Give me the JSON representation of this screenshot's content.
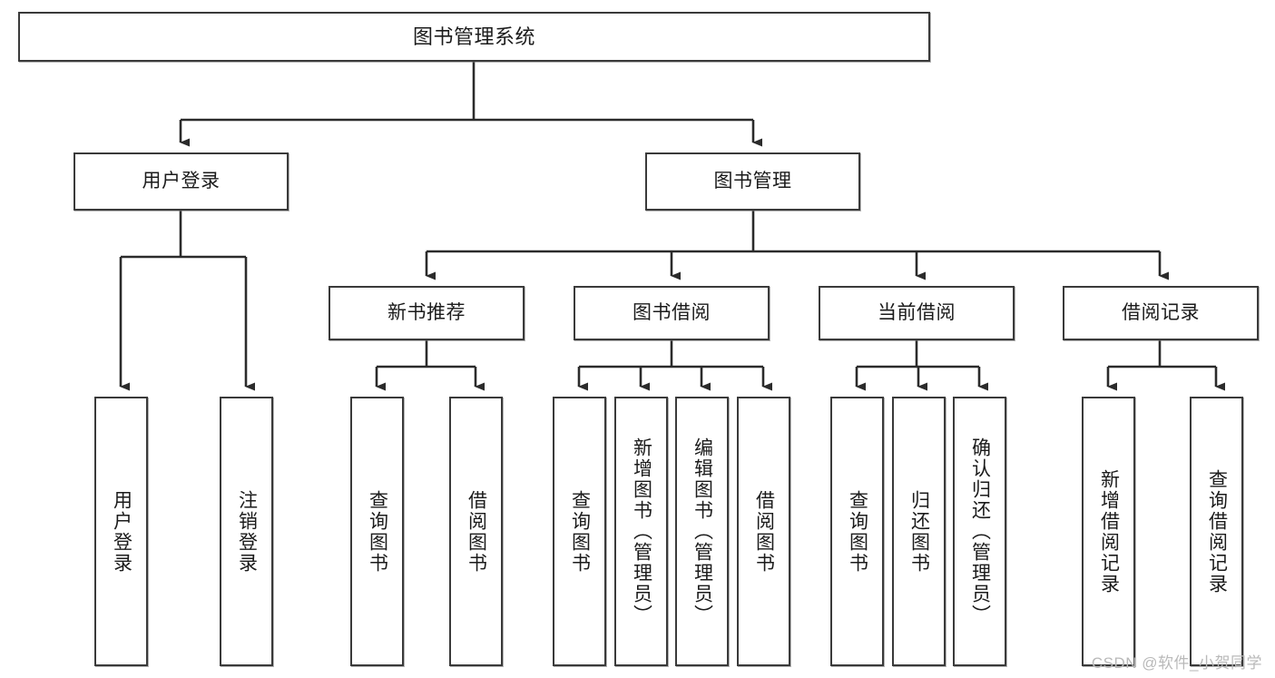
{
  "diagram": {
    "title": "图书管理系统",
    "type": "tree-hierarchy",
    "watermark": "CSDN @软件_小贺同学",
    "colors": {
      "box_border": "#3a3a3a",
      "box_fill": "#ffffff",
      "connector": "#2b2b2b",
      "text": "#1b1b1b",
      "watermark": "#b9b9b9"
    }
  },
  "root": {
    "label": "图书管理系统"
  },
  "level2": [
    {
      "label": "用户登录"
    },
    {
      "label": "图书管理"
    }
  ],
  "level3": [
    {
      "label": "新书推荐"
    },
    {
      "label": "图书借阅"
    },
    {
      "label": "当前借阅"
    },
    {
      "label": "借阅记录"
    }
  ],
  "leaves": {
    "user_login": [
      {
        "label": "用户登录"
      },
      {
        "label": "注销登录"
      }
    ],
    "new_book": [
      {
        "label": "查询图书"
      },
      {
        "label": "借阅图书"
      }
    ],
    "book_borrow": [
      {
        "label": "查询图书"
      },
      {
        "label": "新增图书（管理员）"
      },
      {
        "label": "编辑图书（管理员）"
      },
      {
        "label": "借阅图书"
      }
    ],
    "current_borrow": [
      {
        "label": "查询图书"
      },
      {
        "label": "归还图书"
      },
      {
        "label": "确认归还（管理员）"
      }
    ],
    "borrow_record": [
      {
        "label": "新增借阅记录"
      },
      {
        "label": "查询借阅记录"
      }
    ]
  }
}
